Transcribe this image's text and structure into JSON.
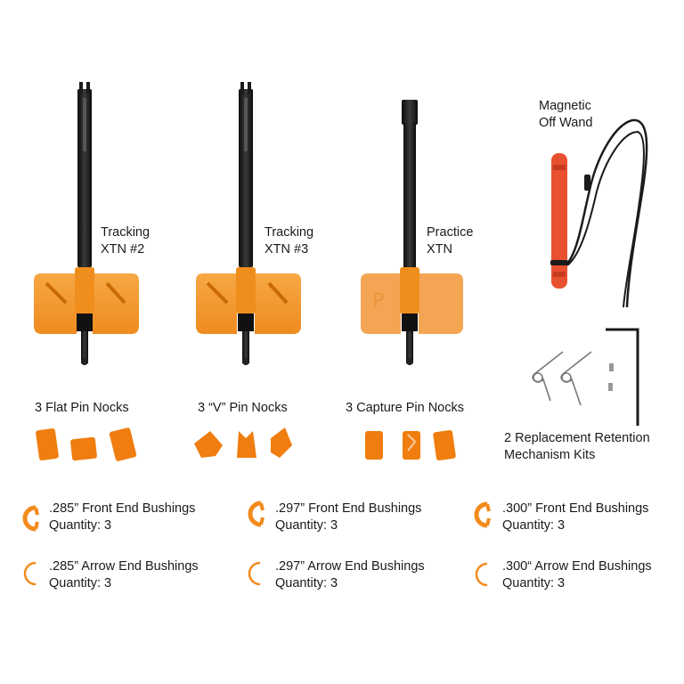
{
  "colors": {
    "accent_orange": "#f28a1c",
    "amber_guide": "#f39a2c",
    "wand_red": "#e8502f",
    "rod_black": "#1b1b1b"
  },
  "tools": [
    {
      "line1": "Tracking",
      "line2": "XTN #2"
    },
    {
      "line1": "Tracking",
      "line2": "XTN #3"
    },
    {
      "line1": "Practice",
      "line2": "XTN"
    }
  ],
  "wand": {
    "line1": "Magnetic",
    "line2": "Off Wand"
  },
  "nocks": [
    {
      "label": "3 Flat Pin Nocks"
    },
    {
      "label": "3 “V” Pin Nocks"
    },
    {
      "label": "3 Capture Pin Nocks"
    }
  ],
  "retention": {
    "line1": "2 Replacement Retention",
    "line2": "Mechanism Kits"
  },
  "front_bushings": [
    {
      "name": ".285” Front End Bushings",
      "qty": "Quantity: 3"
    },
    {
      "name": ".297” Front End Bushings",
      "qty": "Quantity: 3"
    },
    {
      "name": ".300” Front End Bushings",
      "qty": "Quantity: 3"
    }
  ],
  "arrow_bushings": [
    {
      "name": ".285” Arrow End Bushings",
      "qty": "Quantity: 3"
    },
    {
      "name": ".297” Arrow End Bushings",
      "qty": "Quantity: 3"
    },
    {
      "name": ".300“ Arrow End Bushings",
      "qty": "Quantity: 3"
    }
  ]
}
